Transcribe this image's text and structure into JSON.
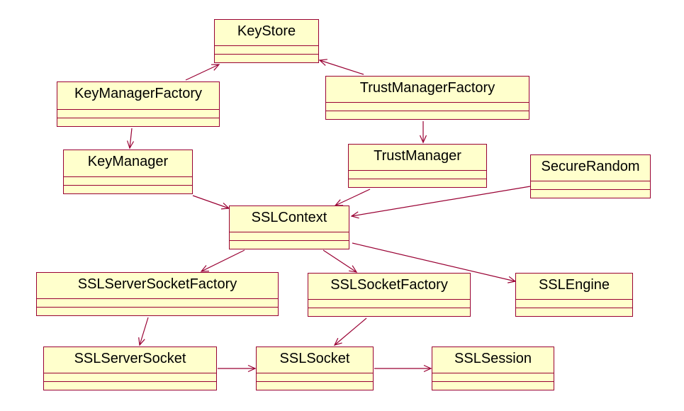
{
  "diagram": {
    "colors": {
      "box_fill": "#ffffcc",
      "box_border": "#990033",
      "arrow": "#990033",
      "text": "#000000"
    },
    "classes": [
      {
        "id": "keystore",
        "name": "KeyStore"
      },
      {
        "id": "keymanagerfactory",
        "name": "KeyManagerFactory"
      },
      {
        "id": "trustmanagerfactory",
        "name": "TrustManagerFactory"
      },
      {
        "id": "keymanager",
        "name": "KeyManager"
      },
      {
        "id": "trustmanager",
        "name": "TrustManager"
      },
      {
        "id": "securerandom",
        "name": "SecureRandom"
      },
      {
        "id": "sslcontext",
        "name": "SSLContext"
      },
      {
        "id": "sslserversocketfactory",
        "name": "SSLServerSocketFactory"
      },
      {
        "id": "sslsocketfactory",
        "name": "SSLSocketFactory"
      },
      {
        "id": "sslengine",
        "name": "SSLEngine"
      },
      {
        "id": "sslserversocket",
        "name": "SSLServerSocket"
      },
      {
        "id": "sslsocket",
        "name": "SSLSocket"
      },
      {
        "id": "sslsession",
        "name": "SSLSession"
      }
    ],
    "associations": [
      {
        "from": "keymanagerfactory",
        "to": "keystore"
      },
      {
        "from": "trustmanagerfactory",
        "to": "keystore"
      },
      {
        "from": "keymanagerfactory",
        "to": "keymanager"
      },
      {
        "from": "trustmanagerfactory",
        "to": "trustmanager"
      },
      {
        "from": "keymanager",
        "to": "sslcontext"
      },
      {
        "from": "trustmanager",
        "to": "sslcontext"
      },
      {
        "from": "securerandom",
        "to": "sslcontext"
      },
      {
        "from": "sslcontext",
        "to": "sslserversocketfactory"
      },
      {
        "from": "sslcontext",
        "to": "sslsocketfactory"
      },
      {
        "from": "sslcontext",
        "to": "sslengine"
      },
      {
        "from": "sslserversocketfactory",
        "to": "sslserversocket"
      },
      {
        "from": "sslsocketfactory",
        "to": "sslsocket"
      },
      {
        "from": "sslserversocket",
        "to": "sslsocket"
      },
      {
        "from": "sslsocket",
        "to": "sslsession"
      }
    ]
  }
}
